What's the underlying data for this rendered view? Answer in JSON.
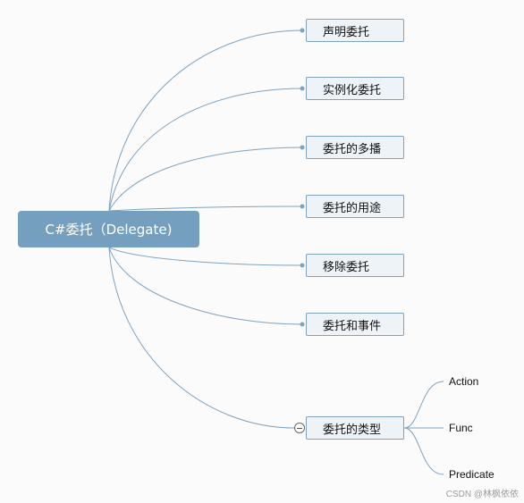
{
  "root": {
    "label": "C#委托（Delegate)"
  },
  "branches": [
    {
      "label": "声明委托"
    },
    {
      "label": "实例化委托"
    },
    {
      "label": "委托的多播"
    },
    {
      "label": "委托的用途"
    },
    {
      "label": "移除委托"
    },
    {
      "label": "委托和事件"
    },
    {
      "label": "委托的类型"
    }
  ],
  "sub_branches": [
    {
      "label": "Action"
    },
    {
      "label": "Func"
    },
    {
      "label": "Predicate"
    }
  ],
  "watermark": "CSDN @林枫依依",
  "colors": {
    "root_fill": "#759fbe",
    "root_text": "#ffffff",
    "branch_fill": "#eef3f8",
    "branch_border": "#7fa2bf",
    "connector": "#7fa2bf",
    "background": "#fbfbfb"
  },
  "icons": {
    "collapse_toggle": "minus-circle-icon"
  }
}
